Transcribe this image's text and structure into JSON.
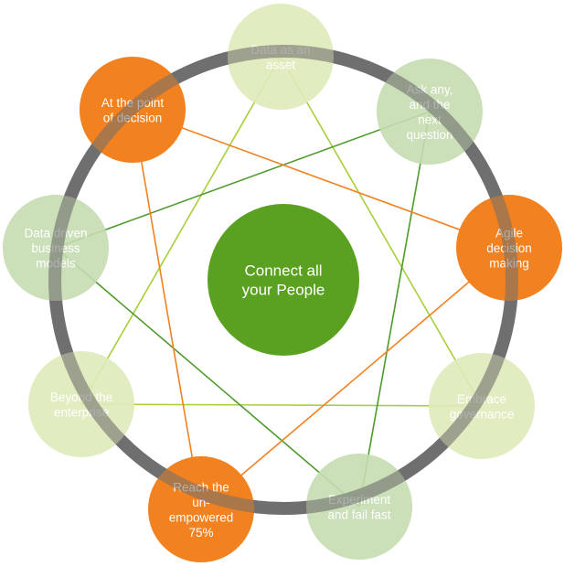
{
  "center": {
    "lines": [
      "Connect all",
      "your People"
    ],
    "color": "#5aa121"
  },
  "colors": {
    "ring": "#6f6f6f",
    "light_green": "#dfeaba",
    "sage": "#c5dcb0",
    "orange": "#f28120",
    "line_lime": "#a8cf3c",
    "line_green": "#4e9a2c",
    "line_orange": "#f28120"
  },
  "nodes": [
    {
      "id": "data-as-an-asset",
      "lines": [
        "Data as an",
        "asset"
      ],
      "style": "light_green"
    },
    {
      "id": "ask-any",
      "lines": [
        "Ask any,",
        "and the",
        "next",
        "question"
      ],
      "style": "sage"
    },
    {
      "id": "agile-decision-making",
      "lines": [
        "Agile",
        "decision",
        "making"
      ],
      "style": "orange"
    },
    {
      "id": "embrace-governance",
      "lines": [
        "Embrace",
        "governance"
      ],
      "style": "light_green"
    },
    {
      "id": "experiment-and-fail-fast",
      "lines": [
        "Experiment",
        "and fail fast"
      ],
      "style": "sage"
    },
    {
      "id": "reach-the-un-empowered",
      "lines": [
        "Reach the",
        "un-",
        "empowered",
        "75%"
      ],
      "style": "orange"
    },
    {
      "id": "beyond-the-enterprise",
      "lines": [
        "Beyond the",
        "enterprise"
      ],
      "style": "light_green"
    },
    {
      "id": "data-driven-business-models",
      "lines": [
        "Data driven",
        "business",
        "models"
      ],
      "style": "sage"
    },
    {
      "id": "at-the-point-of-decision",
      "lines": [
        "At the point",
        "of decision"
      ],
      "style": "orange"
    }
  ],
  "connections": [
    {
      "from": 0,
      "to": 3,
      "style": "line_lime"
    },
    {
      "from": 0,
      "to": 6,
      "style": "line_lime"
    },
    {
      "from": 3,
      "to": 6,
      "style": "line_lime"
    },
    {
      "from": 1,
      "to": 4,
      "style": "line_green"
    },
    {
      "from": 1,
      "to": 7,
      "style": "line_green"
    },
    {
      "from": 4,
      "to": 7,
      "style": "line_green"
    },
    {
      "from": 2,
      "to": 5,
      "style": "line_orange"
    },
    {
      "from": 2,
      "to": 8,
      "style": "line_orange"
    },
    {
      "from": 5,
      "to": 8,
      "style": "line_orange"
    }
  ]
}
